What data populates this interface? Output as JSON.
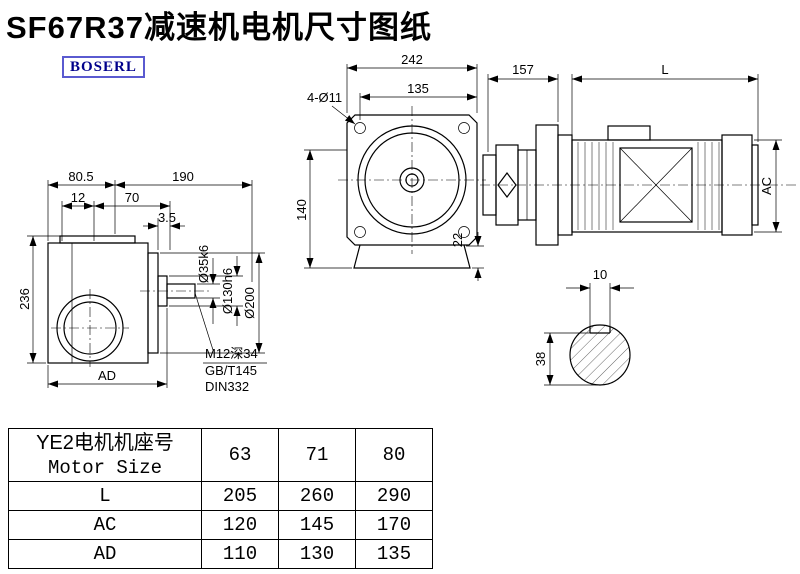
{
  "page": {
    "title": "SF67R37减速机电机尺寸图纸",
    "logo": "BOSERL"
  },
  "side_view": {
    "dims": {
      "d80_5": "80.5",
      "d190": "190",
      "d12": "12",
      "d70": "70",
      "d3_5": "3.5",
      "d236": "236",
      "dAD": "AD",
      "d35": "Ø35k6",
      "d130": "Ø130h6",
      "d200": "Ø200"
    },
    "notes": {
      "line1": "M12深34",
      "line2": "GB/T145",
      "line3": "DIN332"
    }
  },
  "front_view": {
    "dims": {
      "d242": "242",
      "d135": "135",
      "d4xO11": "4-Ø11",
      "d140": "140",
      "d22": "22"
    }
  },
  "motor_view": {
    "dims": {
      "d157": "157",
      "dL": "L",
      "dAC": "AC"
    }
  },
  "shaft_view": {
    "dims": {
      "d10": "10",
      "d38": "38"
    }
  },
  "table": {
    "header": {
      "label_cn": "YE2电机机座号",
      "label_en": "Motor Size",
      "sizes": [
        "63",
        "71",
        "80"
      ]
    },
    "rows": [
      {
        "label": "L",
        "values": [
          "205",
          "260",
          "290"
        ]
      },
      {
        "label": "AC",
        "values": [
          "120",
          "145",
          "170"
        ]
      },
      {
        "label": "AD",
        "values": [
          "110",
          "130",
          "135"
        ]
      }
    ]
  }
}
